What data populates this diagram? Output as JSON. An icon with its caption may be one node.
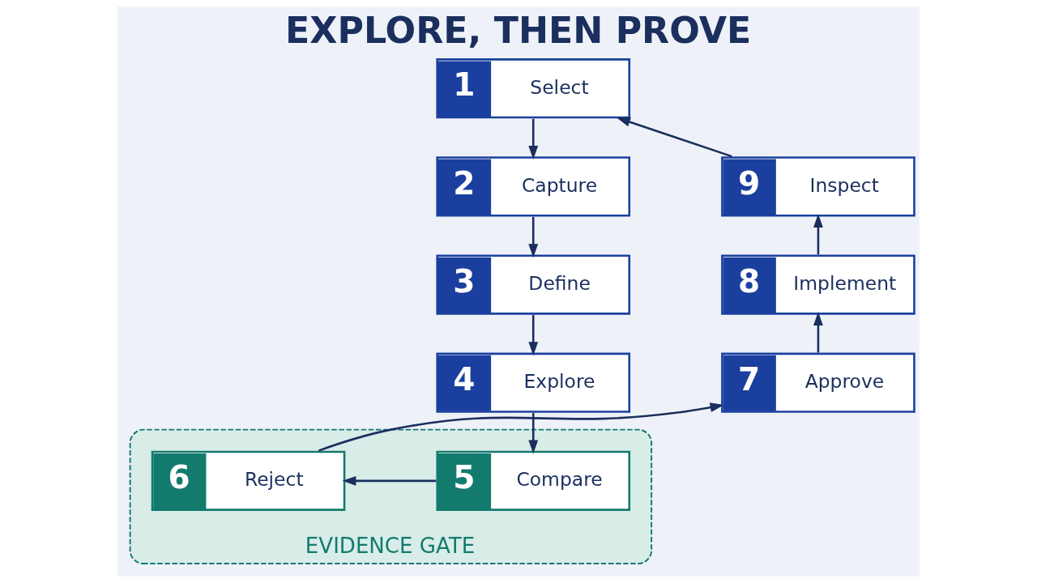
{
  "diagram": {
    "title": "EXPLORE, THEN PROVE",
    "nodes": [
      {
        "text": [
          "1",
          "Select"
        ]
      },
      {
        "text": [
          "2",
          "Capture"
        ]
      },
      {
        "text": [
          "3",
          "Define"
        ]
      },
      {
        "text": [
          "4",
          "Explore"
        ]
      },
      {
        "text": [
          "EVIDENCE GATE"
        ]
      },
      {
        "text": [
          "5",
          "Compare"
        ],
        "in": 4
      },
      {
        "text": [
          "6",
          "Reject"
        ],
        "in": 4
      },
      {
        "text": [
          "7",
          "Approve"
        ]
      },
      {
        "text": [
          "8",
          "Implement"
        ]
      },
      {
        "text": [
          "9",
          "Inspect"
        ]
      }
    ],
    "edges": [
      {
        "from": 0,
        "to": 1,
        "arrow": "to"
      },
      {
        "from": 1,
        "to": 2,
        "arrow": "to"
      },
      {
        "from": 2,
        "to": 3,
        "arrow": "to"
      },
      {
        "from": 3,
        "to": 5,
        "arrow": "to"
      },
      {
        "from": 5,
        "to": 6,
        "arrow": "to"
      },
      {
        "from": 6,
        "to": 7,
        "arrow": "to"
      },
      {
        "from": 7,
        "to": 8,
        "arrow": "to"
      },
      {
        "from": 8,
        "to": 9,
        "arrow": "to"
      },
      {
        "from": 9,
        "to": 0,
        "arrow": "to"
      }
    ]
  }
}
